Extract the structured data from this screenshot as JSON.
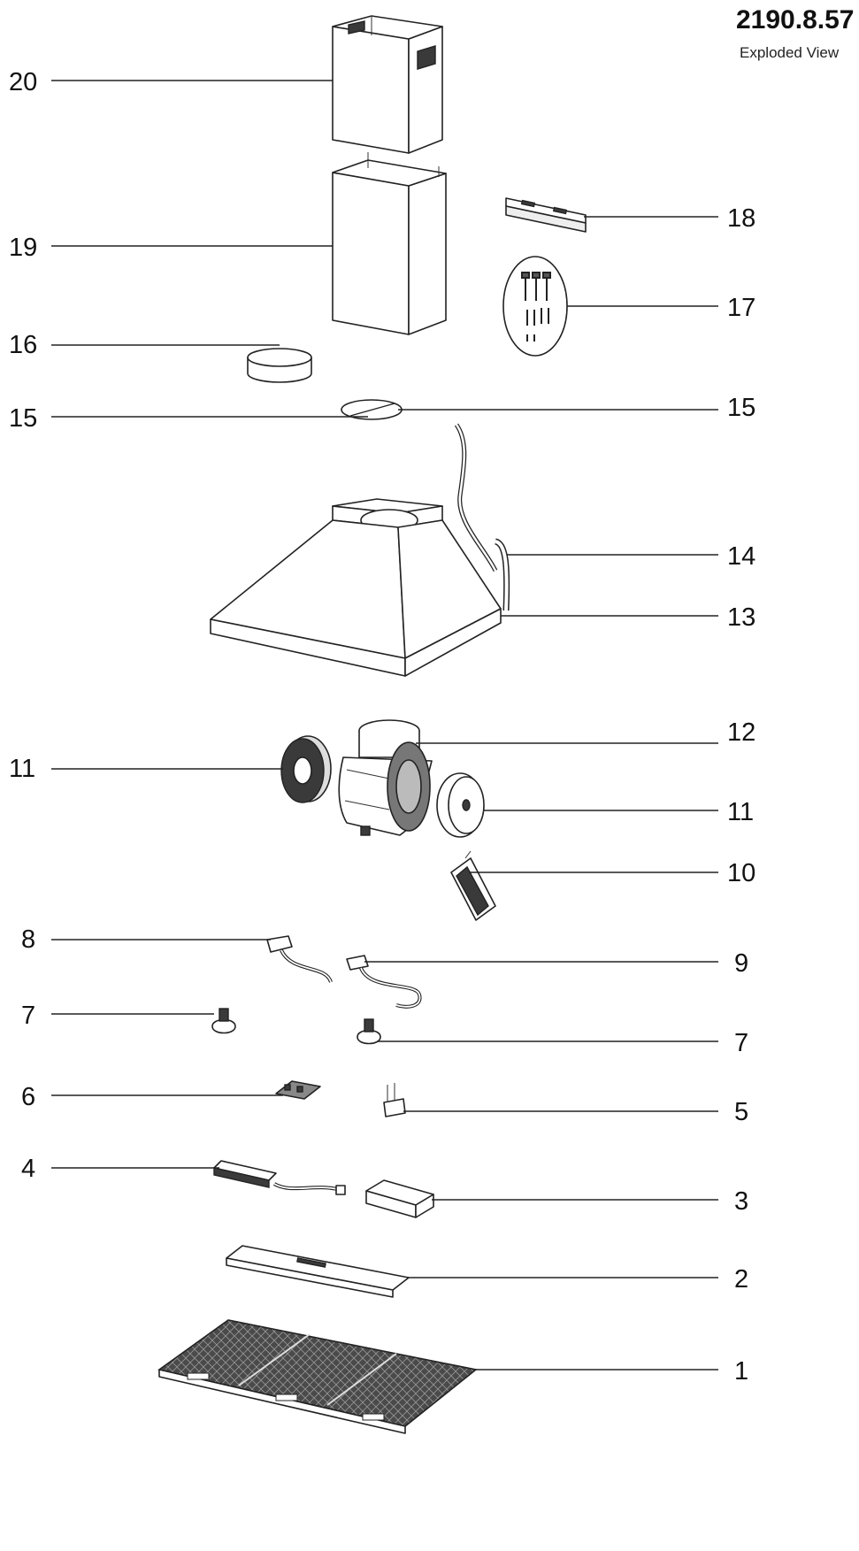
{
  "header": {
    "model": "2190.8.57",
    "subtitle": "Exploded View"
  },
  "callouts": {
    "p20": "20",
    "p19": "19",
    "p18": "18",
    "p17": "17",
    "p16": "16",
    "p15_left": "15",
    "p15_right": "15",
    "p14": "14",
    "p13": "13",
    "p12": "12",
    "p11_left": "11",
    "p11_right": "11",
    "p10": "10",
    "p9": "9",
    "p8": "8",
    "p7_left": "7",
    "p7_right": "7",
    "p6": "6",
    "p5": "5",
    "p4": "4",
    "p3": "3",
    "p2": "2",
    "p1": "1"
  }
}
